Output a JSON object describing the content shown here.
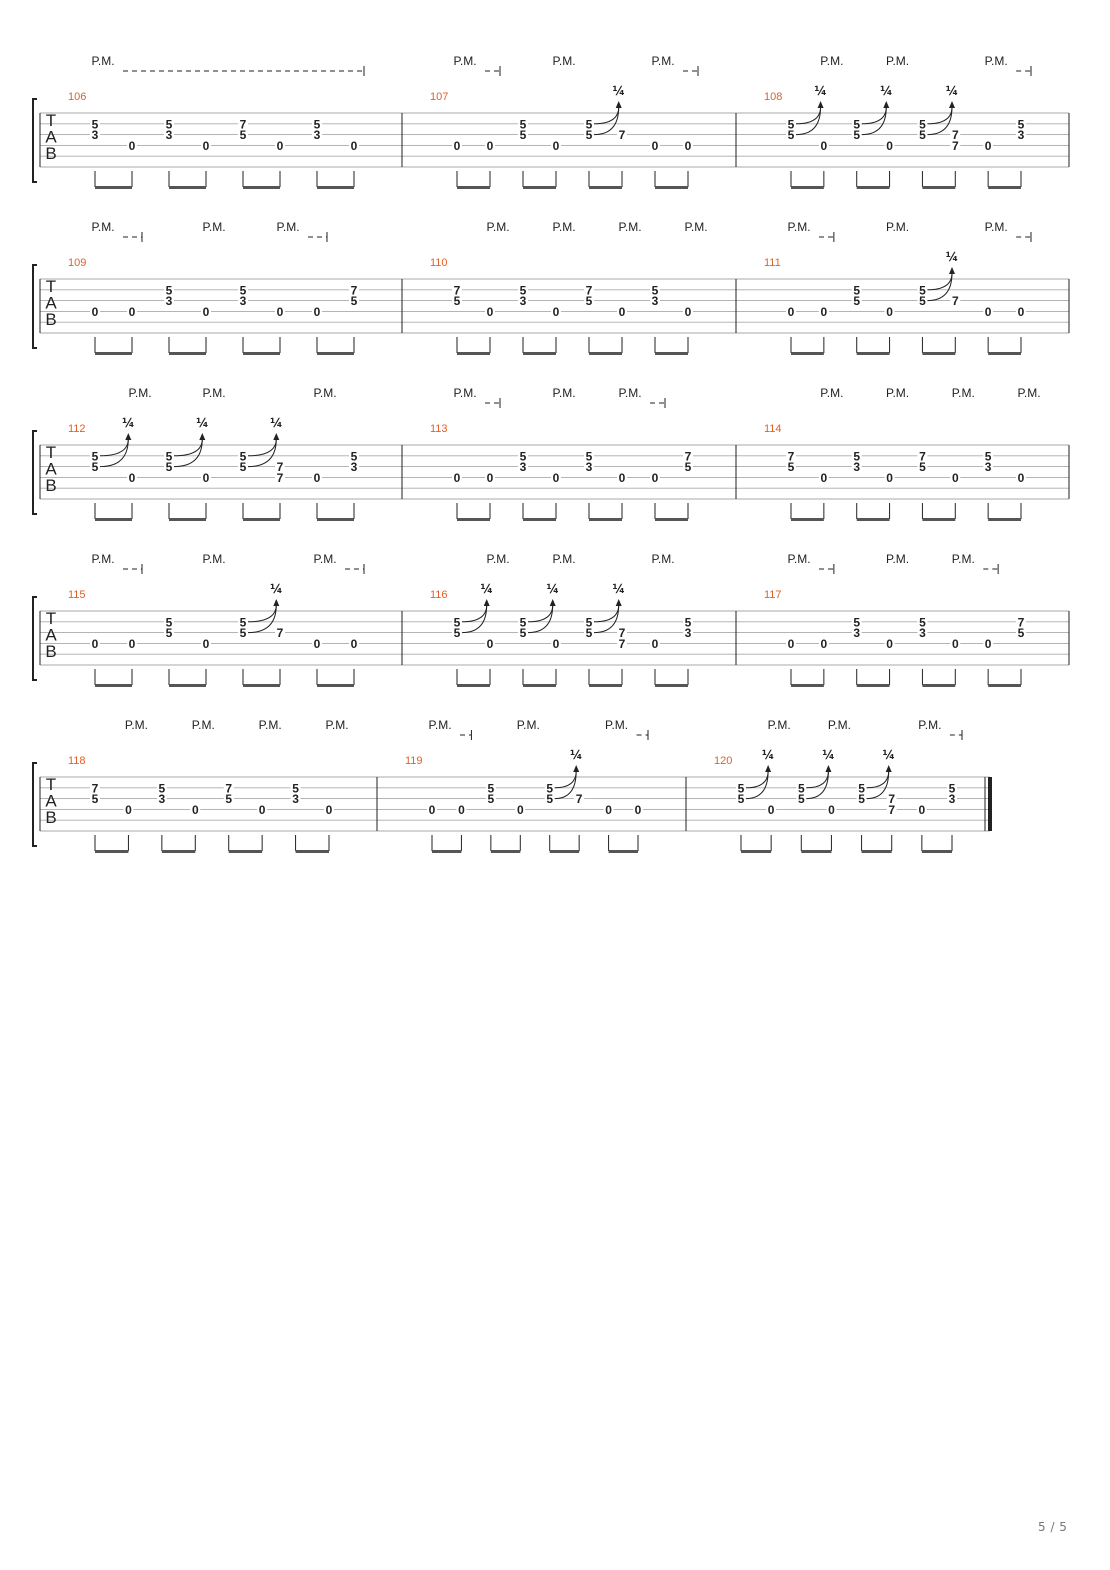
{
  "page": {
    "page_number": "5 / 5",
    "colors": {
      "measure_number": "#e25f26",
      "staff_line": "#aaaaaa",
      "ink": "#222222",
      "footer": "#777777"
    }
  },
  "labels": {
    "palm_mute": "P.M.",
    "bend": "¼",
    "tab": [
      "T",
      "A",
      "B"
    ]
  },
  "systems": [
    {
      "measures": [
        {
          "number": "106",
          "events": [
            {
              "frets": {
                "2": "5",
                "3": "3"
              },
              "pm": true
            },
            {
              "frets": {
                "4": "0"
              },
              "pm": true
            },
            {
              "frets": {
                "2": "5",
                "3": "3"
              },
              "pm": true
            },
            {
              "frets": {
                "4": "0"
              },
              "pm": true
            },
            {
              "frets": {
                "2": "7",
                "3": "5"
              },
              "pm": true
            },
            {
              "frets": {
                "4": "0"
              },
              "pm": true
            },
            {
              "frets": {
                "2": "5",
                "3": "3"
              },
              "pm": true
            },
            {
              "frets": {
                "4": "0"
              },
              "pm": true
            }
          ]
        },
        {
          "number": "107",
          "events": [
            {
              "frets": {
                "4": "0"
              },
              "pm": true
            },
            {
              "frets": {
                "4": "0"
              },
              "pm": true
            },
            {
              "frets": {
                "2": "5",
                "3": "5"
              },
              "pm": false
            },
            {
              "frets": {
                "4": "0"
              },
              "pm": true
            },
            {
              "frets": {
                "2": "5",
                "3": "5"
              },
              "pm": false,
              "bend": true
            },
            {
              "frets": {
                "3": "7"
              },
              "pm": false
            },
            {
              "frets": {
                "4": "0"
              },
              "pm": true
            },
            {
              "frets": {
                "4": "0"
              },
              "pm": true
            }
          ]
        },
        {
          "number": "108",
          "events": [
            {
              "frets": {
                "2": "5",
                "3": "5"
              },
              "pm": false,
              "bend": true
            },
            {
              "frets": {
                "4": "0"
              },
              "pm": true
            },
            {
              "frets": {
                "2": "5",
                "3": "5"
              },
              "pm": false,
              "bend": true
            },
            {
              "frets": {
                "4": "0"
              },
              "pm": true
            },
            {
              "frets": {
                "2": "5",
                "3": "5"
              },
              "pm": false,
              "bend": true
            },
            {
              "frets": {
                "3": "7",
                "4": "7"
              },
              "pm": false
            },
            {
              "frets": {
                "4": "0"
              },
              "pm": true
            },
            {
              "frets": {
                "2": "5",
                "3": "3"
              },
              "pm": true
            }
          ]
        }
      ]
    },
    {
      "measures": [
        {
          "number": "109",
          "events": [
            {
              "frets": {
                "4": "0"
              },
              "pm": true
            },
            {
              "frets": {
                "4": "0"
              },
              "pm": true
            },
            {
              "frets": {
                "2": "5",
                "3": "3"
              },
              "pm": false
            },
            {
              "frets": {
                "4": "0"
              },
              "pm": true
            },
            {
              "frets": {
                "2": "5",
                "3": "3"
              },
              "pm": false
            },
            {
              "frets": {
                "4": "0"
              },
              "pm": true
            },
            {
              "frets": {
                "4": "0"
              },
              "pm": true
            },
            {
              "frets": {
                "2": "7",
                "3": "5"
              },
              "pm": false
            }
          ]
        },
        {
          "number": "110",
          "events": [
            {
              "frets": {
                "2": "7",
                "3": "5"
              },
              "pm": false
            },
            {
              "frets": {
                "4": "0"
              },
              "pm": true
            },
            {
              "frets": {
                "2": "5",
                "3": "3"
              },
              "pm": false
            },
            {
              "frets": {
                "4": "0"
              },
              "pm": true
            },
            {
              "frets": {
                "2": "7",
                "3": "5"
              },
              "pm": false
            },
            {
              "frets": {
                "4": "0"
              },
              "pm": true
            },
            {
              "frets": {
                "2": "5",
                "3": "3"
              },
              "pm": false
            },
            {
              "frets": {
                "4": "0"
              },
              "pm": true
            }
          ]
        },
        {
          "number": "111",
          "events": [
            {
              "frets": {
                "4": "0"
              },
              "pm": true
            },
            {
              "frets": {
                "4": "0"
              },
              "pm": true
            },
            {
              "frets": {
                "2": "5",
                "3": "5"
              },
              "pm": false
            },
            {
              "frets": {
                "4": "0"
              },
              "pm": true
            },
            {
              "frets": {
                "2": "5",
                "3": "5"
              },
              "pm": false,
              "bend": true
            },
            {
              "frets": {
                "3": "7"
              },
              "pm": false
            },
            {
              "frets": {
                "4": "0"
              },
              "pm": true
            },
            {
              "frets": {
                "4": "0"
              },
              "pm": true
            }
          ]
        }
      ]
    },
    {
      "measures": [
        {
          "number": "112",
          "events": [
            {
              "frets": {
                "2": "5",
                "3": "5"
              },
              "pm": false,
              "bend": true
            },
            {
              "frets": {
                "4": "0"
              },
              "pm": true
            },
            {
              "frets": {
                "2": "5",
                "3": "5"
              },
              "pm": false,
              "bend": true
            },
            {
              "frets": {
                "4": "0"
              },
              "pm": true
            },
            {
              "frets": {
                "2": "5",
                "3": "5"
              },
              "pm": false,
              "bend": true
            },
            {
              "frets": {
                "3": "7",
                "4": "7"
              },
              "pm": false
            },
            {
              "frets": {
                "4": "0"
              },
              "pm": true
            },
            {
              "frets": {
                "2": "5",
                "3": "3"
              },
              "pm": false
            }
          ]
        },
        {
          "number": "113",
          "events": [
            {
              "frets": {
                "4": "0"
              },
              "pm": true
            },
            {
              "frets": {
                "4": "0"
              },
              "pm": true
            },
            {
              "frets": {
                "2": "5",
                "3": "3"
              },
              "pm": false
            },
            {
              "frets": {
                "4": "0"
              },
              "pm": true
            },
            {
              "frets": {
                "2": "5",
                "3": "3"
              },
              "pm": false
            },
            {
              "frets": {
                "4": "0"
              },
              "pm": true
            },
            {
              "frets": {
                "4": "0"
              },
              "pm": true
            },
            {
              "frets": {
                "2": "7",
                "3": "5"
              },
              "pm": false
            }
          ]
        },
        {
          "number": "114",
          "events": [
            {
              "frets": {
                "2": "7",
                "3": "5"
              },
              "pm": false
            },
            {
              "frets": {
                "4": "0"
              },
              "pm": true
            },
            {
              "frets": {
                "2": "5",
                "3": "3"
              },
              "pm": false
            },
            {
              "frets": {
                "4": "0"
              },
              "pm": true
            },
            {
              "frets": {
                "2": "7",
                "3": "5"
              },
              "pm": false
            },
            {
              "frets": {
                "4": "0"
              },
              "pm": true
            },
            {
              "frets": {
                "2": "5",
                "3": "3"
              },
              "pm": false
            },
            {
              "frets": {
                "4": "0"
              },
              "pm": true
            }
          ]
        }
      ]
    },
    {
      "measures": [
        {
          "number": "115",
          "events": [
            {
              "frets": {
                "4": "0"
              },
              "pm": true
            },
            {
              "frets": {
                "4": "0"
              },
              "pm": true
            },
            {
              "frets": {
                "2": "5",
                "3": "5"
              },
              "pm": false
            },
            {
              "frets": {
                "4": "0"
              },
              "pm": true
            },
            {
              "frets": {
                "2": "5",
                "3": "5"
              },
              "pm": false,
              "bend": true
            },
            {
              "frets": {
                "3": "7"
              },
              "pm": false
            },
            {
              "frets": {
                "4": "0"
              },
              "pm": true
            },
            {
              "frets": {
                "4": "0"
              },
              "pm": true
            }
          ]
        },
        {
          "number": "116",
          "events": [
            {
              "frets": {
                "2": "5",
                "3": "5"
              },
              "pm": false,
              "bend": true
            },
            {
              "frets": {
                "4": "0"
              },
              "pm": true
            },
            {
              "frets": {
                "2": "5",
                "3": "5"
              },
              "pm": false,
              "bend": true
            },
            {
              "frets": {
                "4": "0"
              },
              "pm": true
            },
            {
              "frets": {
                "2": "5",
                "3": "5"
              },
              "pm": false,
              "bend": true
            },
            {
              "frets": {
                "3": "7",
                "4": "7"
              },
              "pm": false
            },
            {
              "frets": {
                "4": "0"
              },
              "pm": true
            },
            {
              "frets": {
                "2": "5",
                "3": "3"
              },
              "pm": false
            }
          ]
        },
        {
          "number": "117",
          "events": [
            {
              "frets": {
                "4": "0"
              },
              "pm": true
            },
            {
              "frets": {
                "4": "0"
              },
              "pm": true
            },
            {
              "frets": {
                "2": "5",
                "3": "3"
              },
              "pm": false
            },
            {
              "frets": {
                "4": "0"
              },
              "pm": true
            },
            {
              "frets": {
                "2": "5",
                "3": "3"
              },
              "pm": false
            },
            {
              "frets": {
                "4": "0"
              },
              "pm": true
            },
            {
              "frets": {
                "4": "0"
              },
              "pm": true
            },
            {
              "frets": {
                "2": "7",
                "3": "5"
              },
              "pm": false
            }
          ]
        }
      ]
    },
    {
      "measures": [
        {
          "number": "118",
          "events": [
            {
              "frets": {
                "2": "7",
                "3": "5"
              },
              "pm": false
            },
            {
              "frets": {
                "4": "0"
              },
              "pm": true
            },
            {
              "frets": {
                "2": "5",
                "3": "3"
              },
              "pm": false
            },
            {
              "frets": {
                "4": "0"
              },
              "pm": true
            },
            {
              "frets": {
                "2": "7",
                "3": "5"
              },
              "pm": false
            },
            {
              "frets": {
                "4": "0"
              },
              "pm": true
            },
            {
              "frets": {
                "2": "5",
                "3": "3"
              },
              "pm": false
            },
            {
              "frets": {
                "4": "0"
              },
              "pm": true
            }
          ]
        },
        {
          "number": "119",
          "events": [
            {
              "frets": {
                "4": "0"
              },
              "pm": true
            },
            {
              "frets": {
                "4": "0"
              },
              "pm": true
            },
            {
              "frets": {
                "2": "5",
                "3": "5"
              },
              "pm": false
            },
            {
              "frets": {
                "4": "0"
              },
              "pm": true
            },
            {
              "frets": {
                "2": "5",
                "3": "5"
              },
              "pm": false,
              "bend": true
            },
            {
              "frets": {
                "3": "7"
              },
              "pm": false
            },
            {
              "frets": {
                "4": "0"
              },
              "pm": true
            },
            {
              "frets": {
                "4": "0"
              },
              "pm": true
            }
          ]
        },
        {
          "number": "120",
          "events": [
            {
              "frets": {
                "2": "5",
                "3": "5"
              },
              "pm": false,
              "bend": true
            },
            {
              "frets": {
                "4": "0"
              },
              "pm": true
            },
            {
              "frets": {
                "2": "5",
                "3": "5"
              },
              "pm": false,
              "bend": true
            },
            {
              "frets": {
                "4": "0"
              },
              "pm": true
            },
            {
              "frets": {
                "2": "5",
                "3": "5"
              },
              "pm": false,
              "bend": true
            },
            {
              "frets": {
                "3": "7",
                "4": "7"
              },
              "pm": false
            },
            {
              "frets": {
                "4": "0"
              },
              "pm": true
            },
            {
              "frets": {
                "2": "5",
                "3": "3"
              },
              "pm": true
            }
          ]
        }
      ]
    }
  ]
}
